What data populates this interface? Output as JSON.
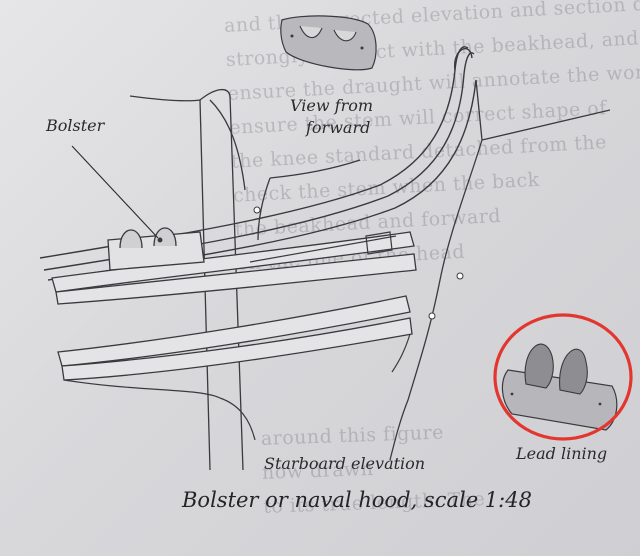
{
  "labels": {
    "bolster": "Bolster",
    "view_line1": "View from",
    "view_line2": "forward",
    "starboard": "Starboard elevation",
    "lead_lining": "Lead lining"
  },
  "caption": "Bolster or naval hood, scale 1:48",
  "colors": {
    "highlight": "#e3362f",
    "paper": "#d9d9dc",
    "ink": "#2b2b2e"
  }
}
